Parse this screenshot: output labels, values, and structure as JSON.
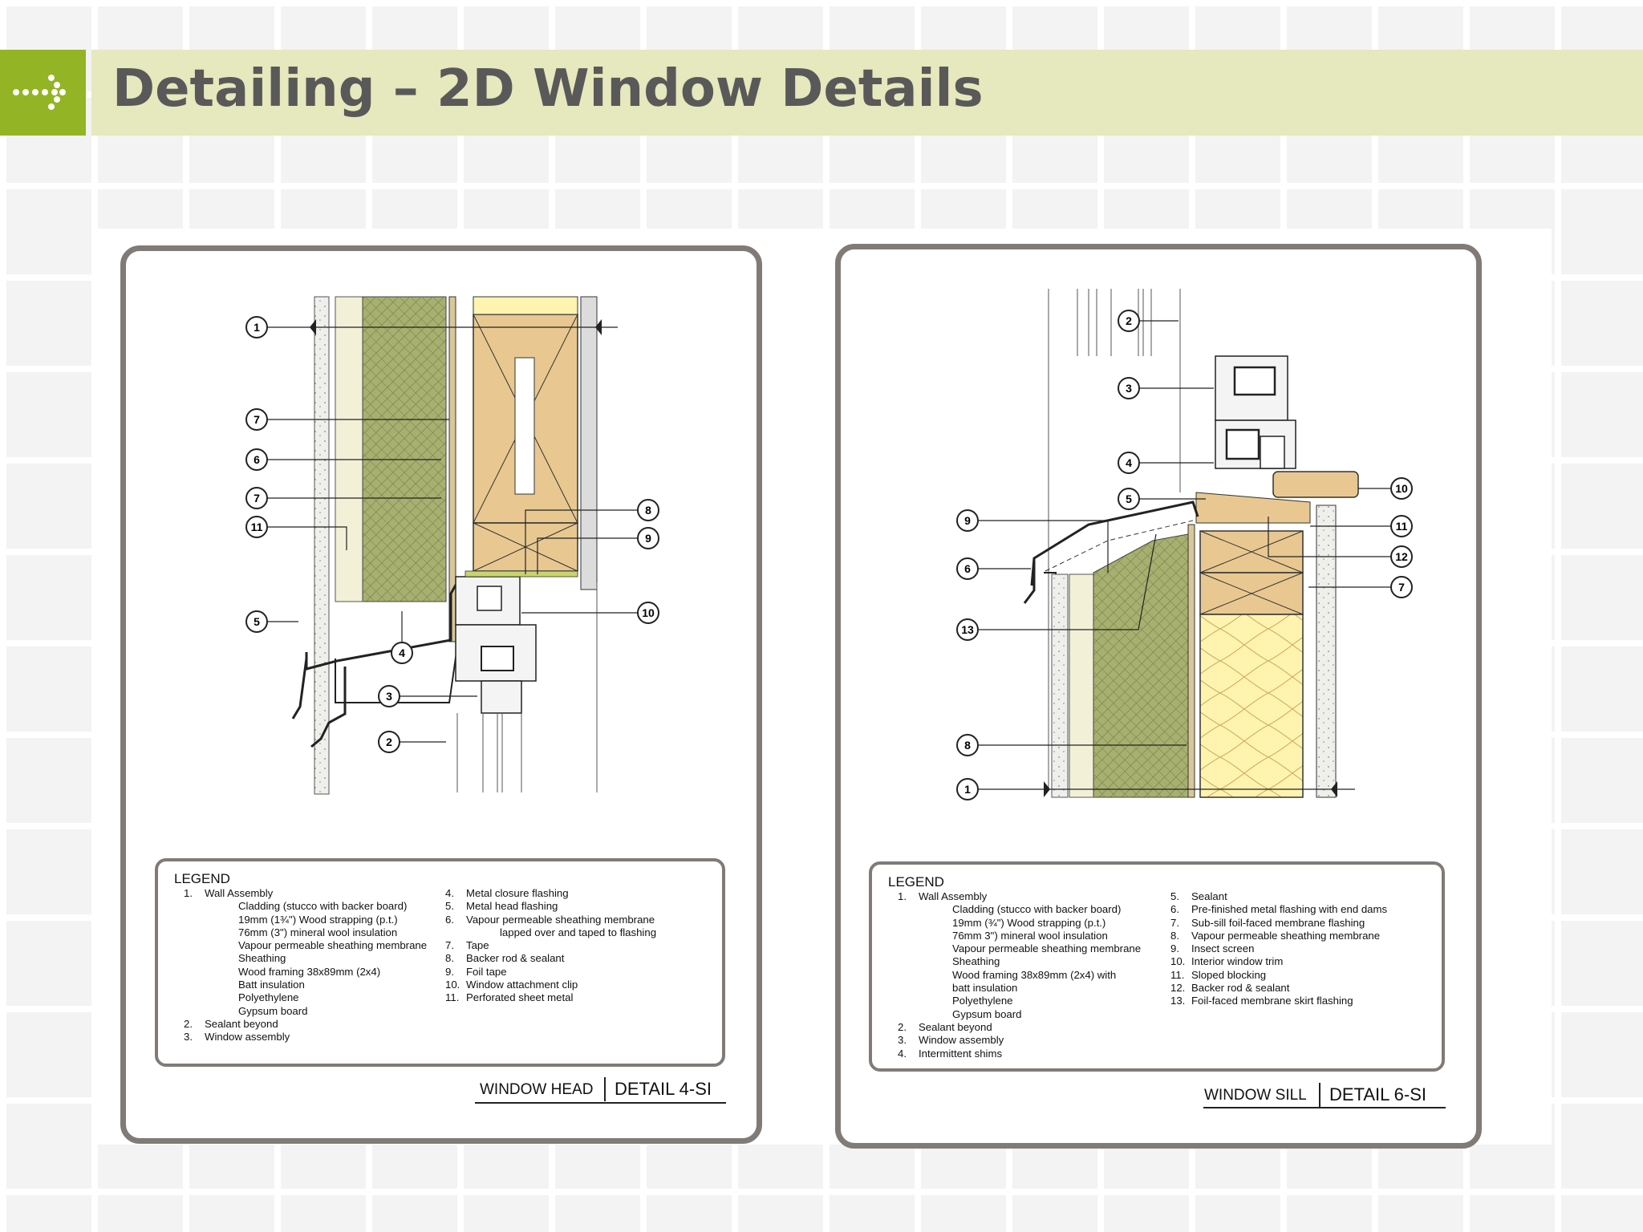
{
  "title": "Detailing – 2D Window Details",
  "header_icon": "dotted-arrow-icon",
  "colors": {
    "header_bar": "#e6e8bd",
    "header_accent": "#93b424",
    "title_text": "#595959",
    "frame": "#807b76",
    "insulation": "#a8b070",
    "wood": "#e8c890",
    "batt": "#fff3b0"
  },
  "head_detail": {
    "legend_title": "LEGEND",
    "legend_left": [
      {
        "n": "1.",
        "t": "Wall Assembly"
      },
      {
        "n": "",
        "t": "Cladding (stucco with backer board)"
      },
      {
        "n": "",
        "t": "19mm  (1¾\") Wood strapping (p.t.)"
      },
      {
        "n": "",
        "t": "76mm (3\") mineral wool insulation"
      },
      {
        "n": "",
        "t": "Vapour permeable sheathing membrane"
      },
      {
        "n": "",
        "t": "Sheathing"
      },
      {
        "n": "",
        "t": "Wood framing 38x89mm (2x4)"
      },
      {
        "n": "",
        "t": "Batt insulation"
      },
      {
        "n": "",
        "t": "Polyethylene"
      },
      {
        "n": "",
        "t": "Gypsum board"
      },
      {
        "n": "2.",
        "t": "Sealant beyond"
      },
      {
        "n": "3.",
        "t": "Window assembly"
      }
    ],
    "legend_right": [
      {
        "n": "4.",
        "t": "Metal closure flashing"
      },
      {
        "n": "5.",
        "t": "Metal head flashing"
      },
      {
        "n": "6.",
        "t": "Vapour permeable sheathing membrane"
      },
      {
        "n": "",
        "t": "lapped over and taped to flashing"
      },
      {
        "n": "7.",
        "t": "Tape"
      },
      {
        "n": "8.",
        "t": "Backer rod & sealant"
      },
      {
        "n": "9.",
        "t": "Foil tape"
      },
      {
        "n": "10.",
        "t": "Window attachment clip"
      },
      {
        "n": "11.",
        "t": "Perforated sheet metal"
      }
    ],
    "label": "WINDOW HEAD",
    "code": "DETAIL 4-SI",
    "callouts": [
      "1",
      "7",
      "6",
      "7",
      "11",
      "5",
      "4",
      "3",
      "2",
      "8",
      "9",
      "10"
    ]
  },
  "sill_detail": {
    "legend_title": "LEGEND",
    "legend_left": [
      {
        "n": "1.",
        "t": "Wall Assembly"
      },
      {
        "n": "",
        "t": "Cladding (stucco with backer board)"
      },
      {
        "n": "",
        "t": "19mm (¾\") Wood strapping (p.t.)"
      },
      {
        "n": "",
        "t": "76mm 3\") mineral wool insulation"
      },
      {
        "n": "",
        "t": "Vapour permeable sheathing membrane"
      },
      {
        "n": "",
        "t": "Sheathing"
      },
      {
        "n": "",
        "t": "Wood framing 38x89mm (2x4) with"
      },
      {
        "n": "",
        "t": "batt insulation"
      },
      {
        "n": "",
        "t": "Polyethylene"
      },
      {
        "n": "",
        "t": "Gypsum board"
      },
      {
        "n": "2.",
        "t": "Sealant beyond"
      },
      {
        "n": "3.",
        "t": "Window assembly"
      },
      {
        "n": "4.",
        "t": "Intermittent shims"
      }
    ],
    "legend_right": [
      {
        "n": "5.",
        "t": "Sealant"
      },
      {
        "n": "6.",
        "t": "Pre-finished metal flashing with end dams"
      },
      {
        "n": "7.",
        "t": "Sub-sill foil-faced membrane flashing"
      },
      {
        "n": "8.",
        "t": "Vapour permeable sheathing membrane"
      },
      {
        "n": "9.",
        "t": "Insect screen"
      },
      {
        "n": "10.",
        "t": "Interior window trim"
      },
      {
        "n": "11.",
        "t": "Sloped blocking"
      },
      {
        "n": "12.",
        "t": "Backer rod & sealant"
      },
      {
        "n": "13.",
        "t": "Foil-faced membrane skirt flashing"
      }
    ],
    "label": "WINDOW SILL",
    "code": "DETAIL 6-SI",
    "callouts": [
      "2",
      "3",
      "4",
      "5",
      "9",
      "6",
      "13",
      "8",
      "1",
      "10",
      "11",
      "12",
      "7"
    ]
  }
}
